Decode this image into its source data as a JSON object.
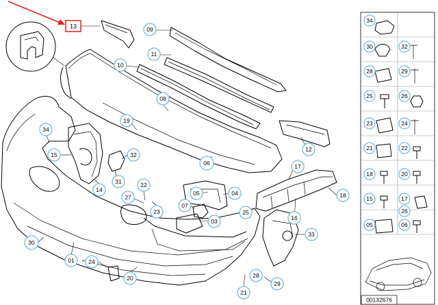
{
  "pointer_callout": {
    "number": "13",
    "color": "#e02020"
  },
  "callouts": [
    "09",
    "10",
    "11",
    "08",
    "19",
    "12",
    "06",
    "17",
    "18",
    "16",
    "15",
    "14",
    "31",
    "32",
    "34",
    "22",
    "27",
    "23",
    "05",
    "04",
    "07",
    "03",
    "25",
    "33",
    "30",
    "01",
    "24",
    "20",
    "21",
    "28",
    "29"
  ],
  "hardware_panel": {
    "items": [
      "34",
      "30",
      "32",
      "28",
      "29",
      "25",
      "26",
      "23",
      "24",
      "21",
      "22",
      "18",
      "20",
      "15",
      "17",
      "26",
      "05",
      "06"
    ]
  },
  "reference_number": "00132676",
  "colors": {
    "callout_ring": "#79b9d6",
    "pointer": "#e02020"
  }
}
